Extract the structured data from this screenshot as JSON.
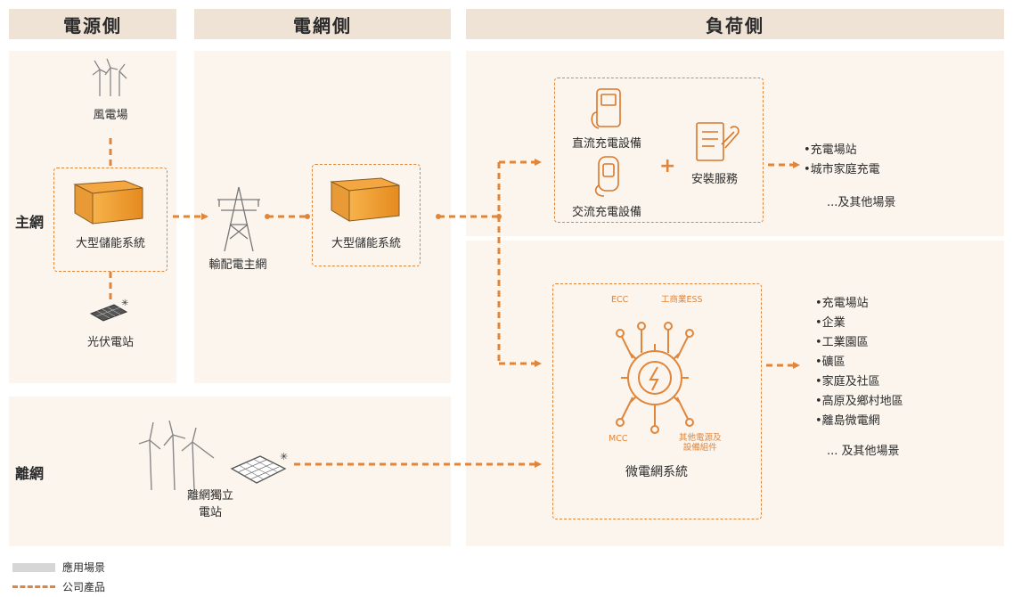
{
  "headers": {
    "power_side": "電源側",
    "grid_side": "電網側",
    "load_side": "負荷側"
  },
  "rows": {
    "main_grid": "主網",
    "off_grid": "離網"
  },
  "power_side": {
    "wind_farm": "風電場",
    "large_storage": "大型儲能系統",
    "pv_station": "光伏電站",
    "offgrid_station_line1": "離網獨立",
    "offgrid_station_line2": "電站"
  },
  "grid_side": {
    "transmission": "輸配電主網",
    "large_storage": "大型儲能系統"
  },
  "load_side": {
    "charging": {
      "dc_equipment": "直流充電設備",
      "ac_equipment": "交流充電設備",
      "plus": "+",
      "install_service": "安裝服務",
      "scenarios": [
        "•充電場站",
        "•城市家庭充電"
      ],
      "more": "...及其他場景"
    },
    "microgrid": {
      "ecc": "ECC",
      "ci_ess": "工商業ESS",
      "mcc": "MCC",
      "other_line1": "其他電源及",
      "other_line2": "設備組件",
      "system": "微電網系統",
      "scenarios": [
        "•充電場站",
        "•企業",
        "•工業園區",
        "•礦區",
        "•家庭及社區",
        "•高原及鄉村地區",
        "•離島微電網"
      ],
      "more": "... 及其他場景"
    }
  },
  "legend": {
    "application": "應用場景",
    "products": "公司產品"
  },
  "colors": {
    "accent": "#e0853a",
    "panel": "#fbf5ee",
    "header": "#efe3d6"
  }
}
